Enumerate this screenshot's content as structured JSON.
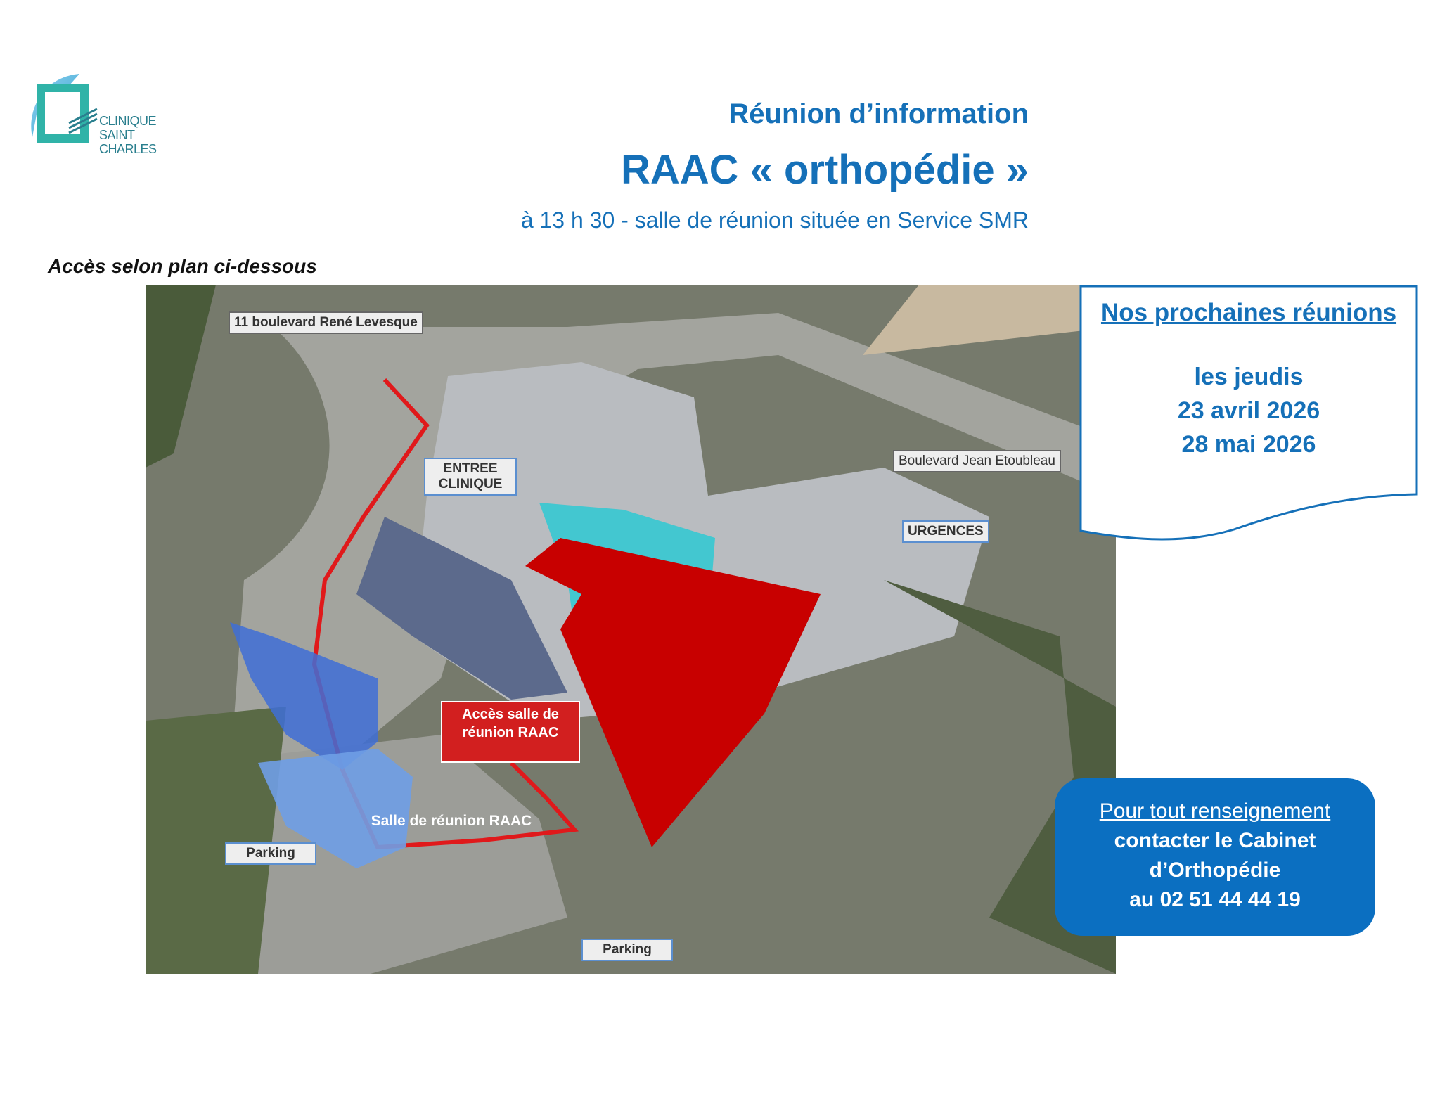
{
  "logo": {
    "line1": "CLINIQUE",
    "line2": "SAINT",
    "line3": "CHARLES"
  },
  "header": {
    "title": "Réunion d’information",
    "main_title": "RAAC « orthopédie »",
    "subtitle": "à 13 h 30 - salle de réunion située en Service SMR"
  },
  "access_note": "Accès selon plan ci-dessous",
  "map": {
    "labels": {
      "address": "11 boulevard René Levesque",
      "entrance": "ENTREE CLINIQUE",
      "boulevard": "Boulevard Jean Etoubleau",
      "urgences": "URGENCES",
      "access": "Accès salle de réunion RAAC",
      "room": "Salle de réunion RAAC",
      "parking1": "Parking",
      "parking2": "Parking"
    },
    "colors": {
      "path": "#e0191b",
      "zone": "#c80000",
      "smr": "#2ec9d2",
      "building": "#3f6fd6"
    }
  },
  "next_meetings": {
    "title": "Nos prochaines réunions",
    "intro": "les jeudis",
    "dates": [
      "23 avril 2026",
      "28 mai 2026"
    ]
  },
  "contact": {
    "heading": "Pour tout renseignement",
    "line1": "contacter le Cabinet",
    "line2": "d’Orthopédie",
    "phone": "au 02 51 44 44 19"
  }
}
